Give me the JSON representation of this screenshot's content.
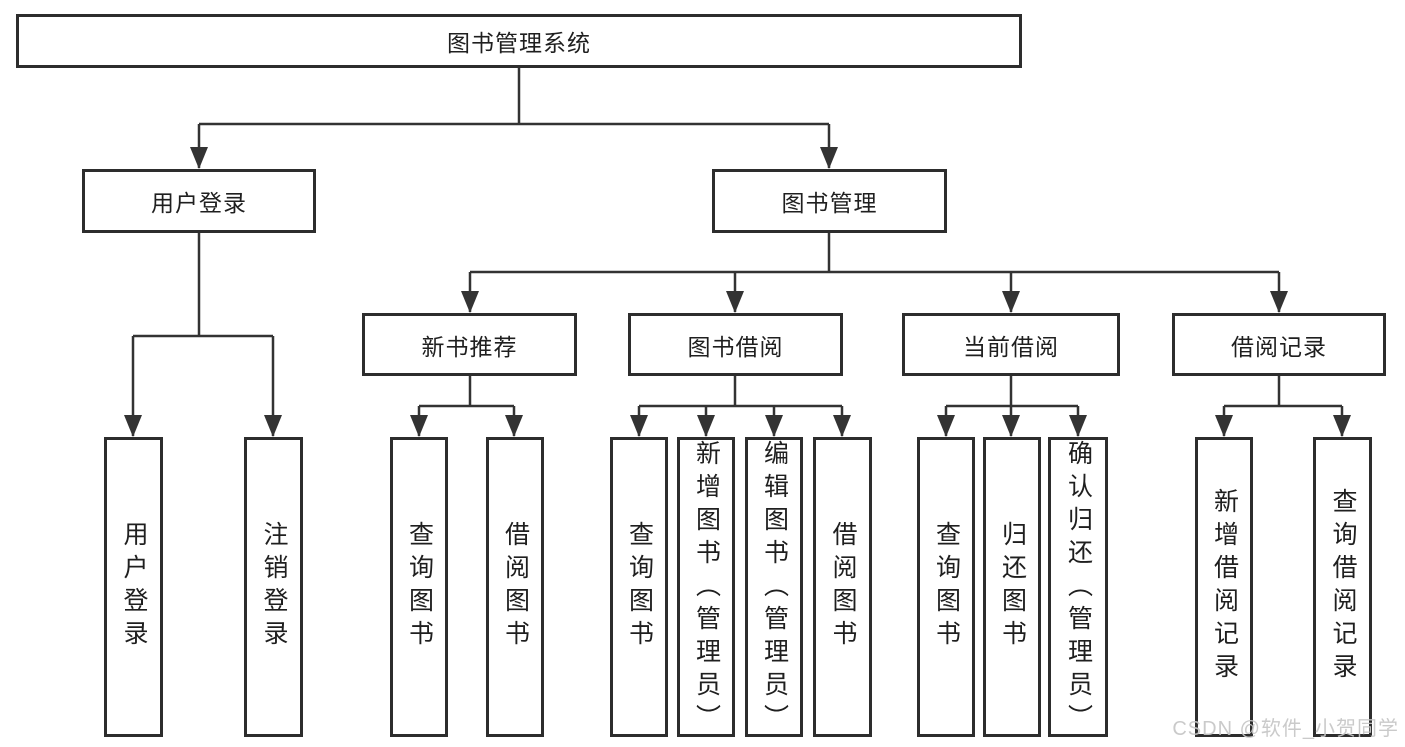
{
  "tree": {
    "root": {
      "label": "图书管理系统"
    },
    "branches": [
      {
        "label": "用户登录",
        "children": [
          {
            "label": "用户登录"
          },
          {
            "label": "注销登录"
          }
        ]
      },
      {
        "label": "图书管理",
        "children": [
          {
            "label": "新书推荐",
            "children": [
              {
                "label": "查询图书"
              },
              {
                "label": "借阅图书"
              }
            ]
          },
          {
            "label": "图书借阅",
            "children": [
              {
                "label": "查询图书"
              },
              {
                "label": "新增图书（管理员）"
              },
              {
                "label": "编辑图书（管理员）"
              },
              {
                "label": "借阅图书"
              }
            ]
          },
          {
            "label": "当前借阅",
            "children": [
              {
                "label": "查询图书"
              },
              {
                "label": "归还图书"
              },
              {
                "label": "确认归还（管理员）"
              }
            ]
          },
          {
            "label": "借阅记录",
            "children": [
              {
                "label": "新增借阅记录"
              },
              {
                "label": "查询借阅记录"
              }
            ]
          }
        ]
      }
    ]
  },
  "watermark": {
    "text": "CSDN @软件_小贺同学"
  },
  "colors": {
    "line": "#333333",
    "box_border": "#2d2d2d",
    "text": "#1f1f1f",
    "watermark": "#c6c6c6",
    "background": "#ffffff"
  }
}
